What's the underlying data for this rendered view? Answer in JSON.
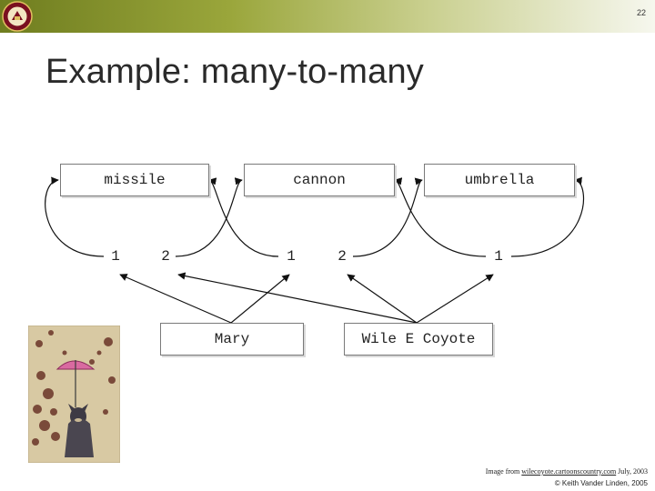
{
  "slide": {
    "number": "22",
    "title": "Example: many-to-many"
  },
  "colors": {
    "header_dark": "#6f7d1f",
    "header_light": "#f6f7ee",
    "umbrella_pink": "#d96aa0"
  },
  "diagram": {
    "top_boxes": [
      "missile",
      "cannon",
      "umbrella"
    ],
    "link_numbers": [
      "1",
      "2",
      "1",
      "2",
      "1"
    ],
    "bottom_boxes": [
      "Mary",
      "Wile E Coyote"
    ]
  },
  "footer": {
    "credit_prefix": "Image from ",
    "credit_link": "wilecoyote.cartoonscountry.com",
    "credit_suffix": " July, 2003",
    "copyright": "© Keith Vander Linden, 2005"
  },
  "icons": {
    "logo": "university-seal-icon",
    "photo": "wile-e-coyote-umbrella-image"
  }
}
